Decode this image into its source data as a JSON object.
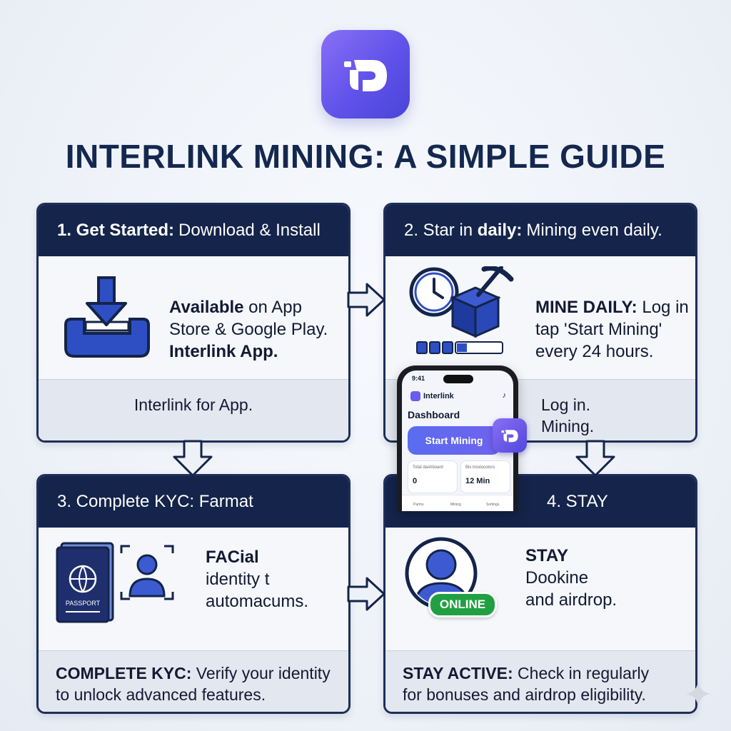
{
  "title": "INTERLINK MINING: A SIMPLE GUIDE",
  "cards": [
    {
      "header_bold": "1. Get Started:",
      "header_rest": "Download & Install",
      "body_bold1": "Available",
      "body_line1": "on App",
      "body_line2": "Store & Google Play.",
      "body_bold2": "Interlink App.",
      "footer": "Interlink for App."
    },
    {
      "header_pre": "2. Star in",
      "header_bold": "daily:",
      "header_rest": "Mining even daily.",
      "body_bold": "MINE DAILY:",
      "body_line1": "Log in",
      "body_line2": "tap 'Start Mining'",
      "body_line3": "every 24 hours.",
      "footer_line1": "Log in.",
      "footer_line2": "Mining."
    },
    {
      "header": "3. Complete KYC: Farmat",
      "body_bold": "FACial",
      "body_line2": "identity t",
      "body_line3": "automacums.",
      "passport_label": "PASSPORT",
      "footer_bold": "COMPLETE KYC:",
      "footer_rest": "Verify your identity",
      "footer_line2": "to unlock advanced features."
    },
    {
      "header": "4. STAY",
      "body_bold": "STAY",
      "body_line2": "Dookine",
      "body_line3": "and airdrop.",
      "online_badge": "ONLINE",
      "footer_bold": "STAY ACTIVE:",
      "footer_rest": "Check in regularly",
      "footer_line2": "for bonuses and airdrop eligibility."
    }
  ],
  "phone": {
    "time": "9:41",
    "app_name": "Interlink",
    "dashboard": "Dashboard",
    "button": "Start Mining",
    "stat1_label": "Total dashboard",
    "stat1_value": "0",
    "stat2_label": "Bis trostocotors",
    "stat2_value": "12 Min",
    "nav1": "Parms",
    "nav2": "Mining",
    "nav3": "Sortings"
  },
  "colors": {
    "navy": "#14244a",
    "accent": "#5f52ea",
    "online": "#21a043"
  }
}
